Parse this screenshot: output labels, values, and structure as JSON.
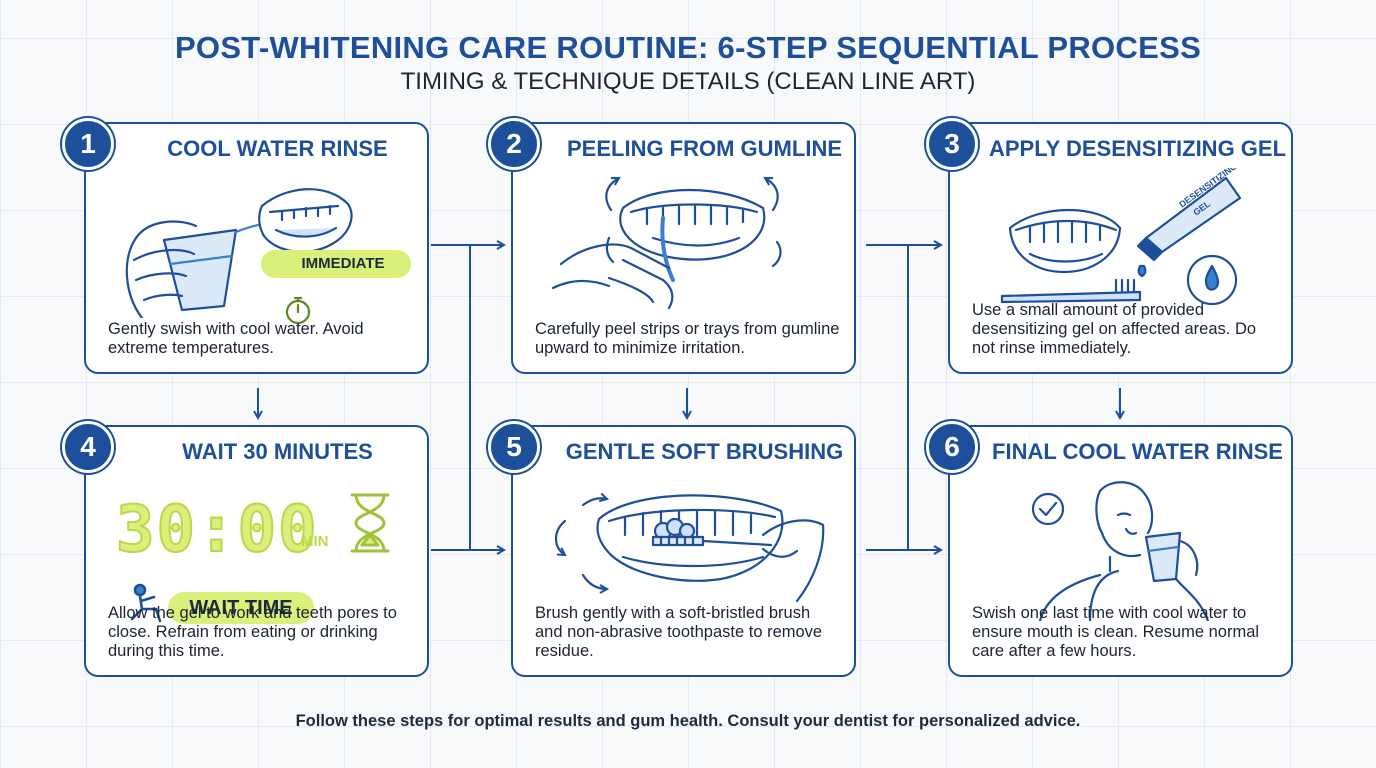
{
  "header": {
    "title": "POST-WHITENING CARE ROUTINE: 6-STEP SEQUENTIAL PROCESS",
    "subtitle": "TIMING & TECHNIQUE DETAILS (CLEAN LINE ART)"
  },
  "steps": [
    {
      "number": "1",
      "title": "COOL WATER RINSE",
      "description": "Gently swish with cool water. Avoid extreme temperatures.",
      "tag": "IMMEDIATE"
    },
    {
      "number": "2",
      "title": "PEELING FROM GUMLINE",
      "description": "Carefully peel strips or trays from gumline upward to minimize irritation."
    },
    {
      "number": "3",
      "title": "APPLY DESENSITIZING GEL",
      "description": "Use a small amount of provided desensitizing gel on affected areas. Do not rinse immediately.",
      "tube_label": "DESENSITIZING GEL"
    },
    {
      "number": "4",
      "title": "WAIT 30 MINUTES",
      "description": "Allow the gel to work and teeth pores to close. Refrain from eating or drinking during this time.",
      "timer": "30:00",
      "timer_unit": "MIN",
      "tag": "WAIT TIME"
    },
    {
      "number": "5",
      "title": "GENTLE SOFT BRUSHING",
      "description": "Brush gently with a soft-bristled brush and non-abrasive toothpaste to remove residue."
    },
    {
      "number": "6",
      "title": "FINAL COOL WATER RINSE",
      "description": "Swish one last time with cool water to ensure mouth is clean. Resume normal care after a few hours."
    }
  ],
  "footer": "Follow these steps for optimal results and gum health. Consult your dentist for personalized advice.",
  "colors": {
    "primary": "#1e4f9a",
    "accent_line": "#3b7fd0",
    "highlight": "#d9f07a",
    "text": "#1b2433"
  }
}
